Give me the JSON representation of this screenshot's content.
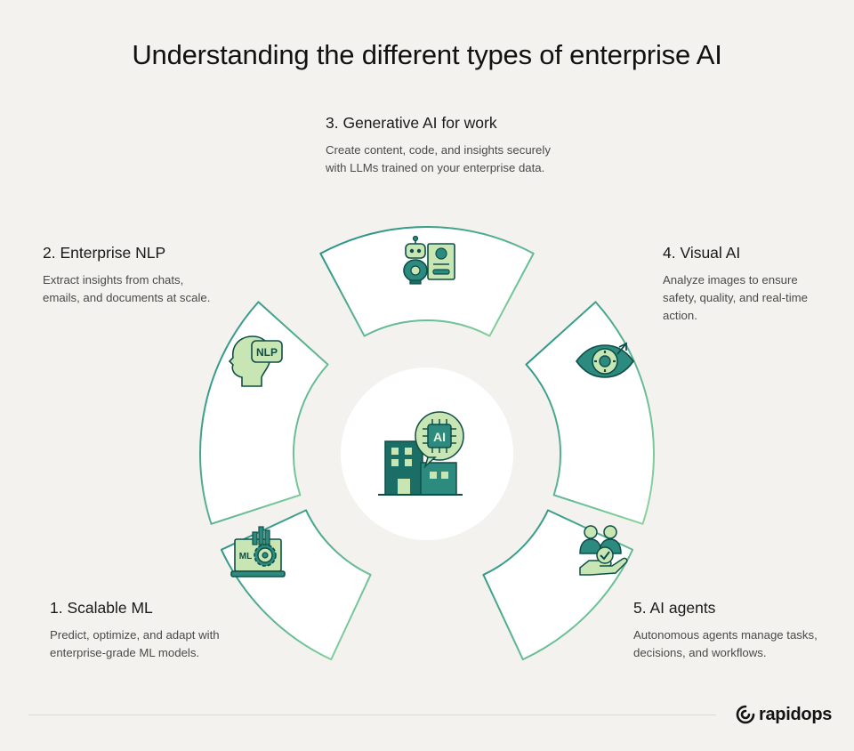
{
  "title": "Understanding the different types of enterprise AI",
  "items": [
    {
      "heading": "1. Scalable ML",
      "text": "Predict, optimize, and adapt with enterprise-grade ML models.",
      "icon": "ml-laptop-gear-icon"
    },
    {
      "heading": "2. Enterprise NLP",
      "text": "Extract insights from chats, emails, and documents at scale.",
      "icon": "nlp-head-icon"
    },
    {
      "heading": "3. Generative AI for work",
      "text": "Create content, code, and insights securely with LLMs trained on your enterprise data.",
      "icon": "robot-document-icon"
    },
    {
      "heading": "4. Visual AI",
      "text": "Analyze images to ensure safety, quality, and real-time action.",
      "icon": "eye-gear-icon"
    },
    {
      "heading": "5. AI agents",
      "text": "Autonomous agents manage tasks, decisions, and workflows.",
      "icon": "agents-hand-icon"
    }
  ],
  "center": {
    "icon": "building-ai-chip-icon",
    "chip_label": "AI"
  },
  "icon_labels": {
    "nlp": "NLP",
    "ml": "ML"
  },
  "logo": {
    "text": "rapidops"
  },
  "colors": {
    "background": "#f3f2ee",
    "segment_stroke_dark": "#1e8c83",
    "segment_stroke_light": "#8fd6a0",
    "icon_teal": "#12736c",
    "icon_green": "#b8dc9e"
  }
}
